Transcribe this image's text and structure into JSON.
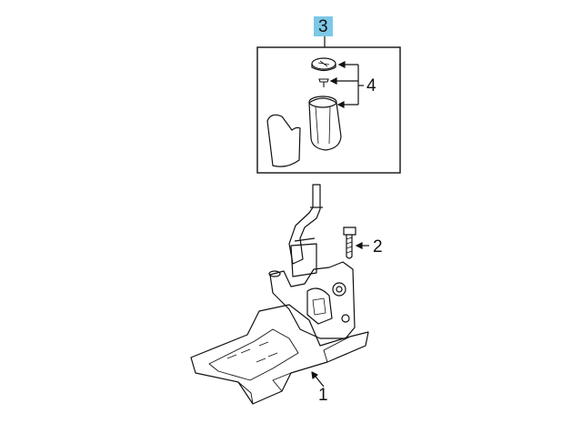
{
  "diagram": {
    "callouts": [
      {
        "id": "3",
        "label": "3",
        "highlighted": true
      },
      {
        "id": "4",
        "label": "4",
        "highlighted": false
      },
      {
        "id": "2",
        "label": "2",
        "highlighted": false
      },
      {
        "id": "1",
        "label": "1",
        "highlighted": false
      }
    ],
    "colors": {
      "highlight": "#7cc8e6",
      "line": "#111111",
      "background": "#ffffff"
    },
    "parts": [
      {
        "callout": "1",
        "name": "shifter-assembly"
      },
      {
        "callout": "2",
        "name": "bolt"
      },
      {
        "callout": "3",
        "name": "shift-knob-kit"
      },
      {
        "callout": "4",
        "name": "knob-components"
      }
    ]
  }
}
